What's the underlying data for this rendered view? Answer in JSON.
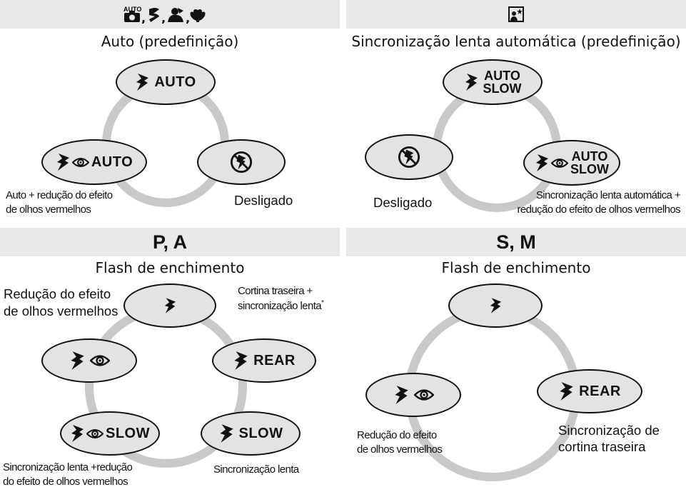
{
  "q1": {
    "header_icons": "scene modes",
    "title": "Auto (predefinição)",
    "oval_auto": "AUTO",
    "oval_redeye": "AUTO",
    "cap_redeye_1": "Auto + redução do efeito",
    "cap_redeye_2": "de olhos vermelhos",
    "cap_off": "Desligado"
  },
  "q2": {
    "title": "Sincronização lenta automática (predefinição)",
    "oval_top_1": "AUTO",
    "oval_top_2": "SLOW",
    "oval_right_1": "AUTO",
    "oval_right_2": "SLOW",
    "cap_off": "Desligado",
    "cap_right_1": "Sincronização lenta automática +",
    "cap_right_2": "redução do efeito de olhos vermelhos"
  },
  "q3": {
    "header": "P, A",
    "title": "Flash de enchimento",
    "cap_redeye_1": "Redução do efeito",
    "cap_redeye_2": "de olhos vermelhos",
    "cap_rear_1": "Cortina traseira +",
    "cap_rear_2": "sincronização lenta",
    "cap_rear_star": "*",
    "oval_rear": "REAR",
    "oval_slow": "SLOW",
    "oval_redslow": "SLOW",
    "cap_slow": "Sincronização lenta",
    "cap_redslow_1": "Sincronização lenta +redução",
    "cap_redslow_2": "do efeito de olhos vermelhos"
  },
  "q4": {
    "header": "S, M",
    "title": "Flash de enchimento",
    "oval_rear": "REAR",
    "cap_redeye_1": "Redução do efeito",
    "cap_redeye_2": "de olhos vermelhos",
    "cap_rear_1": "Sincronização de",
    "cap_rear_2": "cortina traseira"
  }
}
